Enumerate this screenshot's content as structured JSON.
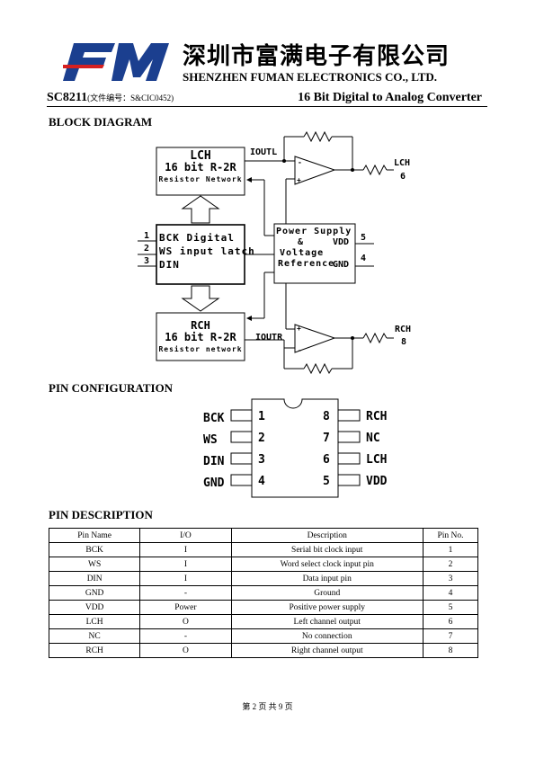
{
  "header": {
    "company_cn": "深圳市富满电子有限公司",
    "company_en": "SHENZHEN FUMAN ELECTRONICS CO., LTD.",
    "part_number": "SC8211",
    "doc_number": "(文件编号：S&CIC0452)",
    "product_title": "16 Bit Digital to Analog Converter",
    "logo_colors": {
      "f": "#1b3f8f",
      "m": "#1b3f8f",
      "accent": "#d62020"
    }
  },
  "block_diagram": {
    "heading": "BLOCK DIAGRAM",
    "lch_block": [
      "LCH",
      "16 bit R-2R",
      "Resistor Network"
    ],
    "latch_block": [
      "BCK Digital",
      "WS input latch",
      "DIN"
    ],
    "power_block": [
      "Power Supply",
      "&",
      "Voltage",
      "Reference"
    ],
    "rch_block": [
      "RCH",
      "16 bit R-2R",
      "Resistor network"
    ],
    "ioutl": "IOUTL",
    "ioutr": "IOUTR",
    "pin1": "1",
    "pin2": "2",
    "pin3": "3",
    "vdd": "VDD",
    "vdd_pin": "5",
    "gnd": "GND",
    "gnd_pin": "4",
    "lch_out": "LCH",
    "lch_pin": "6",
    "rch_out": "RCH",
    "rch_pin": "8"
  },
  "pin_config": {
    "heading": "PIN CONFIGURATION",
    "left_pins": [
      {
        "name": "BCK",
        "num": "1"
      },
      {
        "name": "WS",
        "num": "2"
      },
      {
        "name": "DIN",
        "num": "3"
      },
      {
        "name": "GND",
        "num": "4"
      }
    ],
    "right_pins": [
      {
        "name": "RCH",
        "num": "8"
      },
      {
        "name": "NC",
        "num": "7"
      },
      {
        "name": "LCH",
        "num": "6"
      },
      {
        "name": "VDD",
        "num": "5"
      }
    ]
  },
  "pin_description": {
    "heading": "PIN DESCRIPTION",
    "columns": [
      "Pin Name",
      "I/O",
      "Description",
      "Pin No."
    ],
    "rows": [
      [
        "BCK",
        "I",
        "Serial bit clock input",
        "1"
      ],
      [
        "WS",
        "I",
        "Word select clock input pin",
        "2"
      ],
      [
        "DIN",
        "I",
        "Data input pin",
        "3"
      ],
      [
        "GND",
        "-",
        "Ground",
        "4"
      ],
      [
        "VDD",
        "Power",
        "Positive power supply",
        "5"
      ],
      [
        "LCH",
        "O",
        "Left channel output",
        "6"
      ],
      [
        "NC",
        "-",
        "No connection",
        "7"
      ],
      [
        "RCH",
        "O",
        "Right channel output",
        "8"
      ]
    ]
  },
  "footer": {
    "page": "第 2 页 共 9 页"
  }
}
